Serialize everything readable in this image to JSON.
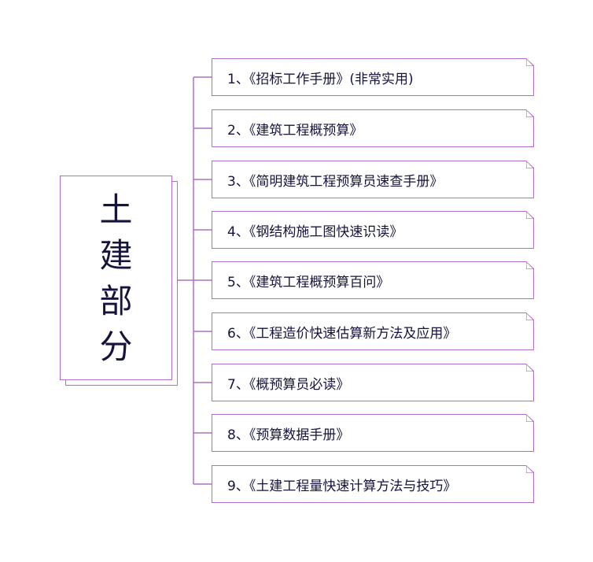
{
  "colors": {
    "border": "#b26fc8",
    "text": "#14143c"
  },
  "root": {
    "chars": [
      "土",
      "建",
      "部",
      "分"
    ]
  },
  "items": [
    {
      "label": "1、《招标工作手册》(非常实用)"
    },
    {
      "label": "2、《建筑工程概预算》"
    },
    {
      "label": "3、《简明建筑工程预算员速查手册》"
    },
    {
      "label": "4、《钢结构施工图快速识读》"
    },
    {
      "label": "5、《建筑工程概预算百问》"
    },
    {
      "label": "6、《工程造价快速估算新方法及应用》"
    },
    {
      "label": "7、《概预算员必读》"
    },
    {
      "label": "8、《预算数据手册》"
    },
    {
      "label": "9、《土建工程量快速计算方法与技巧》"
    }
  ]
}
